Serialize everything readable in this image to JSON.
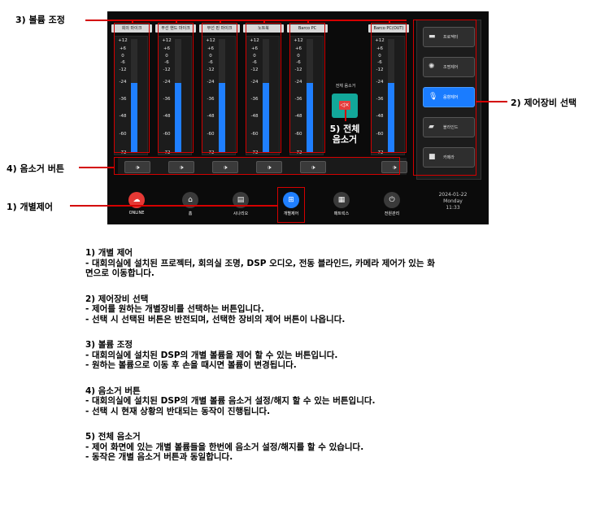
{
  "screen": {
    "channels": [
      {
        "label": "회의 마이크",
        "level": 0.61
      },
      {
        "label": "무선 핸드 마이크",
        "level": 0.61
      },
      {
        "label": "무선 핀 마이크",
        "level": 0.61
      },
      {
        "label": "노트북",
        "level": 0.61
      },
      {
        "label": "Barco PC",
        "level": 0.61
      },
      {
        "label": "Barco PC(OUT)",
        "level": 0.61
      }
    ],
    "scale_ticks": [
      "+12",
      "+6",
      "0",
      "-6",
      "-12",
      "-24",
      "-36",
      "-48",
      "-60",
      "-72"
    ],
    "mute_icon": "speaker-icon",
    "mute_glyph": "🕩",
    "master_mute": {
      "title": "전체 음소거",
      "glyph": "◁×"
    },
    "devices": [
      {
        "label": "프로젝터",
        "icon": "projector-icon",
        "glyph": "▬",
        "active": false
      },
      {
        "label": "조명제어",
        "icon": "light-bulb-icon",
        "glyph": "✺",
        "active": false
      },
      {
        "label": "음향제어",
        "icon": "microphone-icon",
        "glyph": "🎙",
        "active": true
      },
      {
        "label": "블라인드",
        "icon": "blind-icon",
        "glyph": "▰",
        "active": false
      },
      {
        "label": "카메라",
        "icon": "camera-icon",
        "glyph": "■",
        "active": false
      }
    ],
    "nav": [
      {
        "label": "ONLINE",
        "icon": "online-icon",
        "glyph": "☁",
        "color": "red"
      },
      {
        "label": "홈",
        "icon": "home-icon",
        "glyph": "⌂",
        "color": "gray"
      },
      {
        "label": "시나리오",
        "icon": "scenario-icon",
        "glyph": "▤",
        "color": "gray"
      },
      {
        "label": "개별제어",
        "icon": "individual-control-icon",
        "glyph": "⊞",
        "color": "blue"
      },
      {
        "label": "매트릭스",
        "icon": "matrix-icon",
        "glyph": "▦",
        "color": "gray"
      },
      {
        "label": "전원관리",
        "icon": "power-icon",
        "glyph": "⏻",
        "color": "gray"
      }
    ],
    "datetime": {
      "date": "2024-01-22",
      "day": "Monday",
      "time": "11:33"
    }
  },
  "callouts": {
    "volume": "3) 볼륨 조정",
    "device_select": "2) 제어장비 선택",
    "mute_button": "4) 음소거 버튼",
    "individual": "1) 개별제어",
    "master_mute_line1": "5) 전체",
    "master_mute_line2": "음소거"
  },
  "description": [
    {
      "title": "1) 개별 제어",
      "lines": [
        " - 대회의실에 설치된 프로젝터, 회의실 조명, DSP 오디오, 전동 블라인드, 카메라 제어가 있는 화",
        "면으로 이동합니다."
      ]
    },
    {
      "title": "2) 제어장비 선택",
      "lines": [
        " - 제어를 원하는 개별장비를 선택하는 버튼입니다.",
        " - 선택 시 선택된 버튼은 반전되며, 선택한 장비의 제어 버튼이 나옵니다."
      ]
    },
    {
      "title": "3) 볼륨 조정",
      "lines": [
        " - 대회의실에 설치된 DSP의 개별 볼륨을 제어 할 수 있는 버튼입니다.",
        " - 원하는 볼륨으로 이동 후 손을 때시면 볼륨이 변경됩니다."
      ]
    },
    {
      "title": "4) 음소거 버튼",
      "lines": [
        " - 대회의실에 설치된 DSP의 개별 볼륨 음소거 설정/해지 할 수 있는 버튼입니다.",
        " - 선택 시 현재 상황의 반대되는 동작이 진행됩니다."
      ]
    },
    {
      "title": "5) 전체 음소거",
      "lines": [
        " - 제어 화면에 있는 개별 볼륨들을 한번에 음소거 설정/해지를 할 수 있습니다.",
        " - 동작은 개별 음소거 버튼과 동일합니다."
      ]
    }
  ]
}
